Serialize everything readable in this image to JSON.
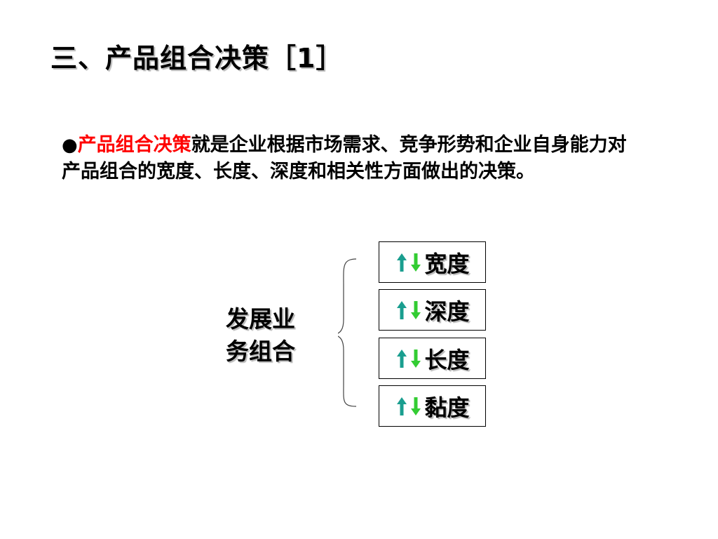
{
  "slide": {
    "title": "三、产品组合决策［1］",
    "paragraph": {
      "bullet": "●",
      "highlight": "产品组合决策",
      "rest": "就是企业根据市场需求、竞争形势和企业自身能力对产品组合的宽度、长度、深度和相关性方面做出的决策。"
    },
    "diagram": {
      "root_line1": "发展业",
      "root_line2": "务组合",
      "items": [
        {
          "label": "宽度"
        },
        {
          "label": "深度"
        },
        {
          "label": "长度"
        },
        {
          "label": "黏度"
        }
      ]
    },
    "colors": {
      "highlight": "#ff0000",
      "arrow_up": "#1a9e8f",
      "arrow_down": "#33cc33"
    }
  }
}
